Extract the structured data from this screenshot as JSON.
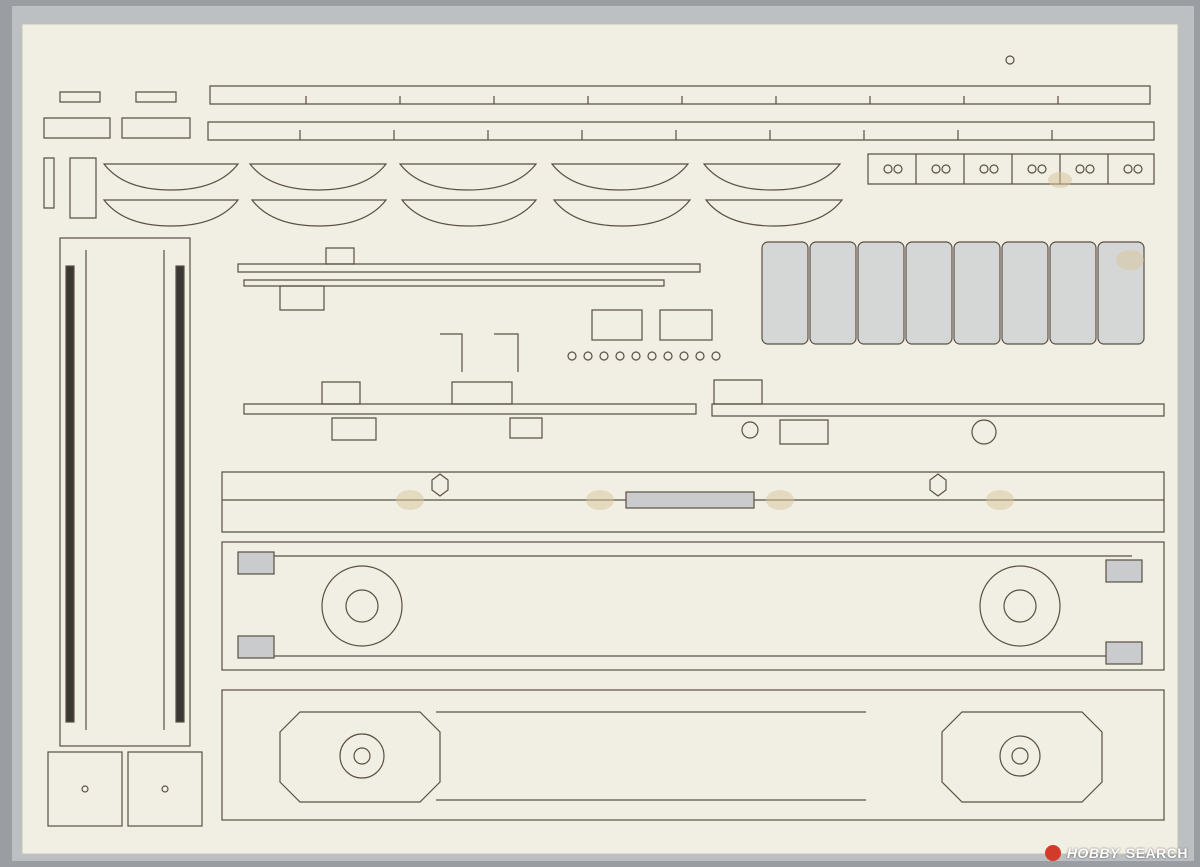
{
  "image": {
    "subject": "laser-cut-kit-sheet",
    "colors": {
      "background": "#9a9ea3",
      "sheet": "#f1eee4",
      "line": "#5a5044",
      "dark": "#3b3833",
      "burn": "#d8c59a"
    }
  },
  "watermark": {
    "brand": "HOBBY",
    "word": "SEARCH",
    "icon": "hobby-search-logo-icon"
  }
}
